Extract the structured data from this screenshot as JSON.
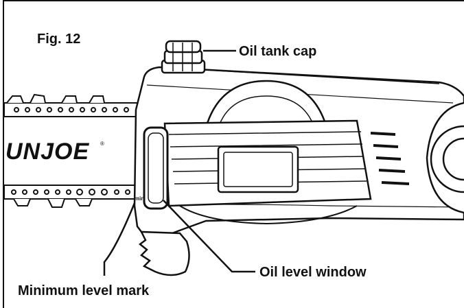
{
  "figure": {
    "number_label": "Fig. 12",
    "brand_text": "UNJOE",
    "brand_mark": "®",
    "min_marking": "min"
  },
  "callouts": {
    "oil_tank_cap": "Oil tank cap",
    "oil_level_window": "Oil level window",
    "minimum_level_mark": "Minimum level mark"
  },
  "colors": {
    "ink": "#111111",
    "background": "#ffffff"
  }
}
